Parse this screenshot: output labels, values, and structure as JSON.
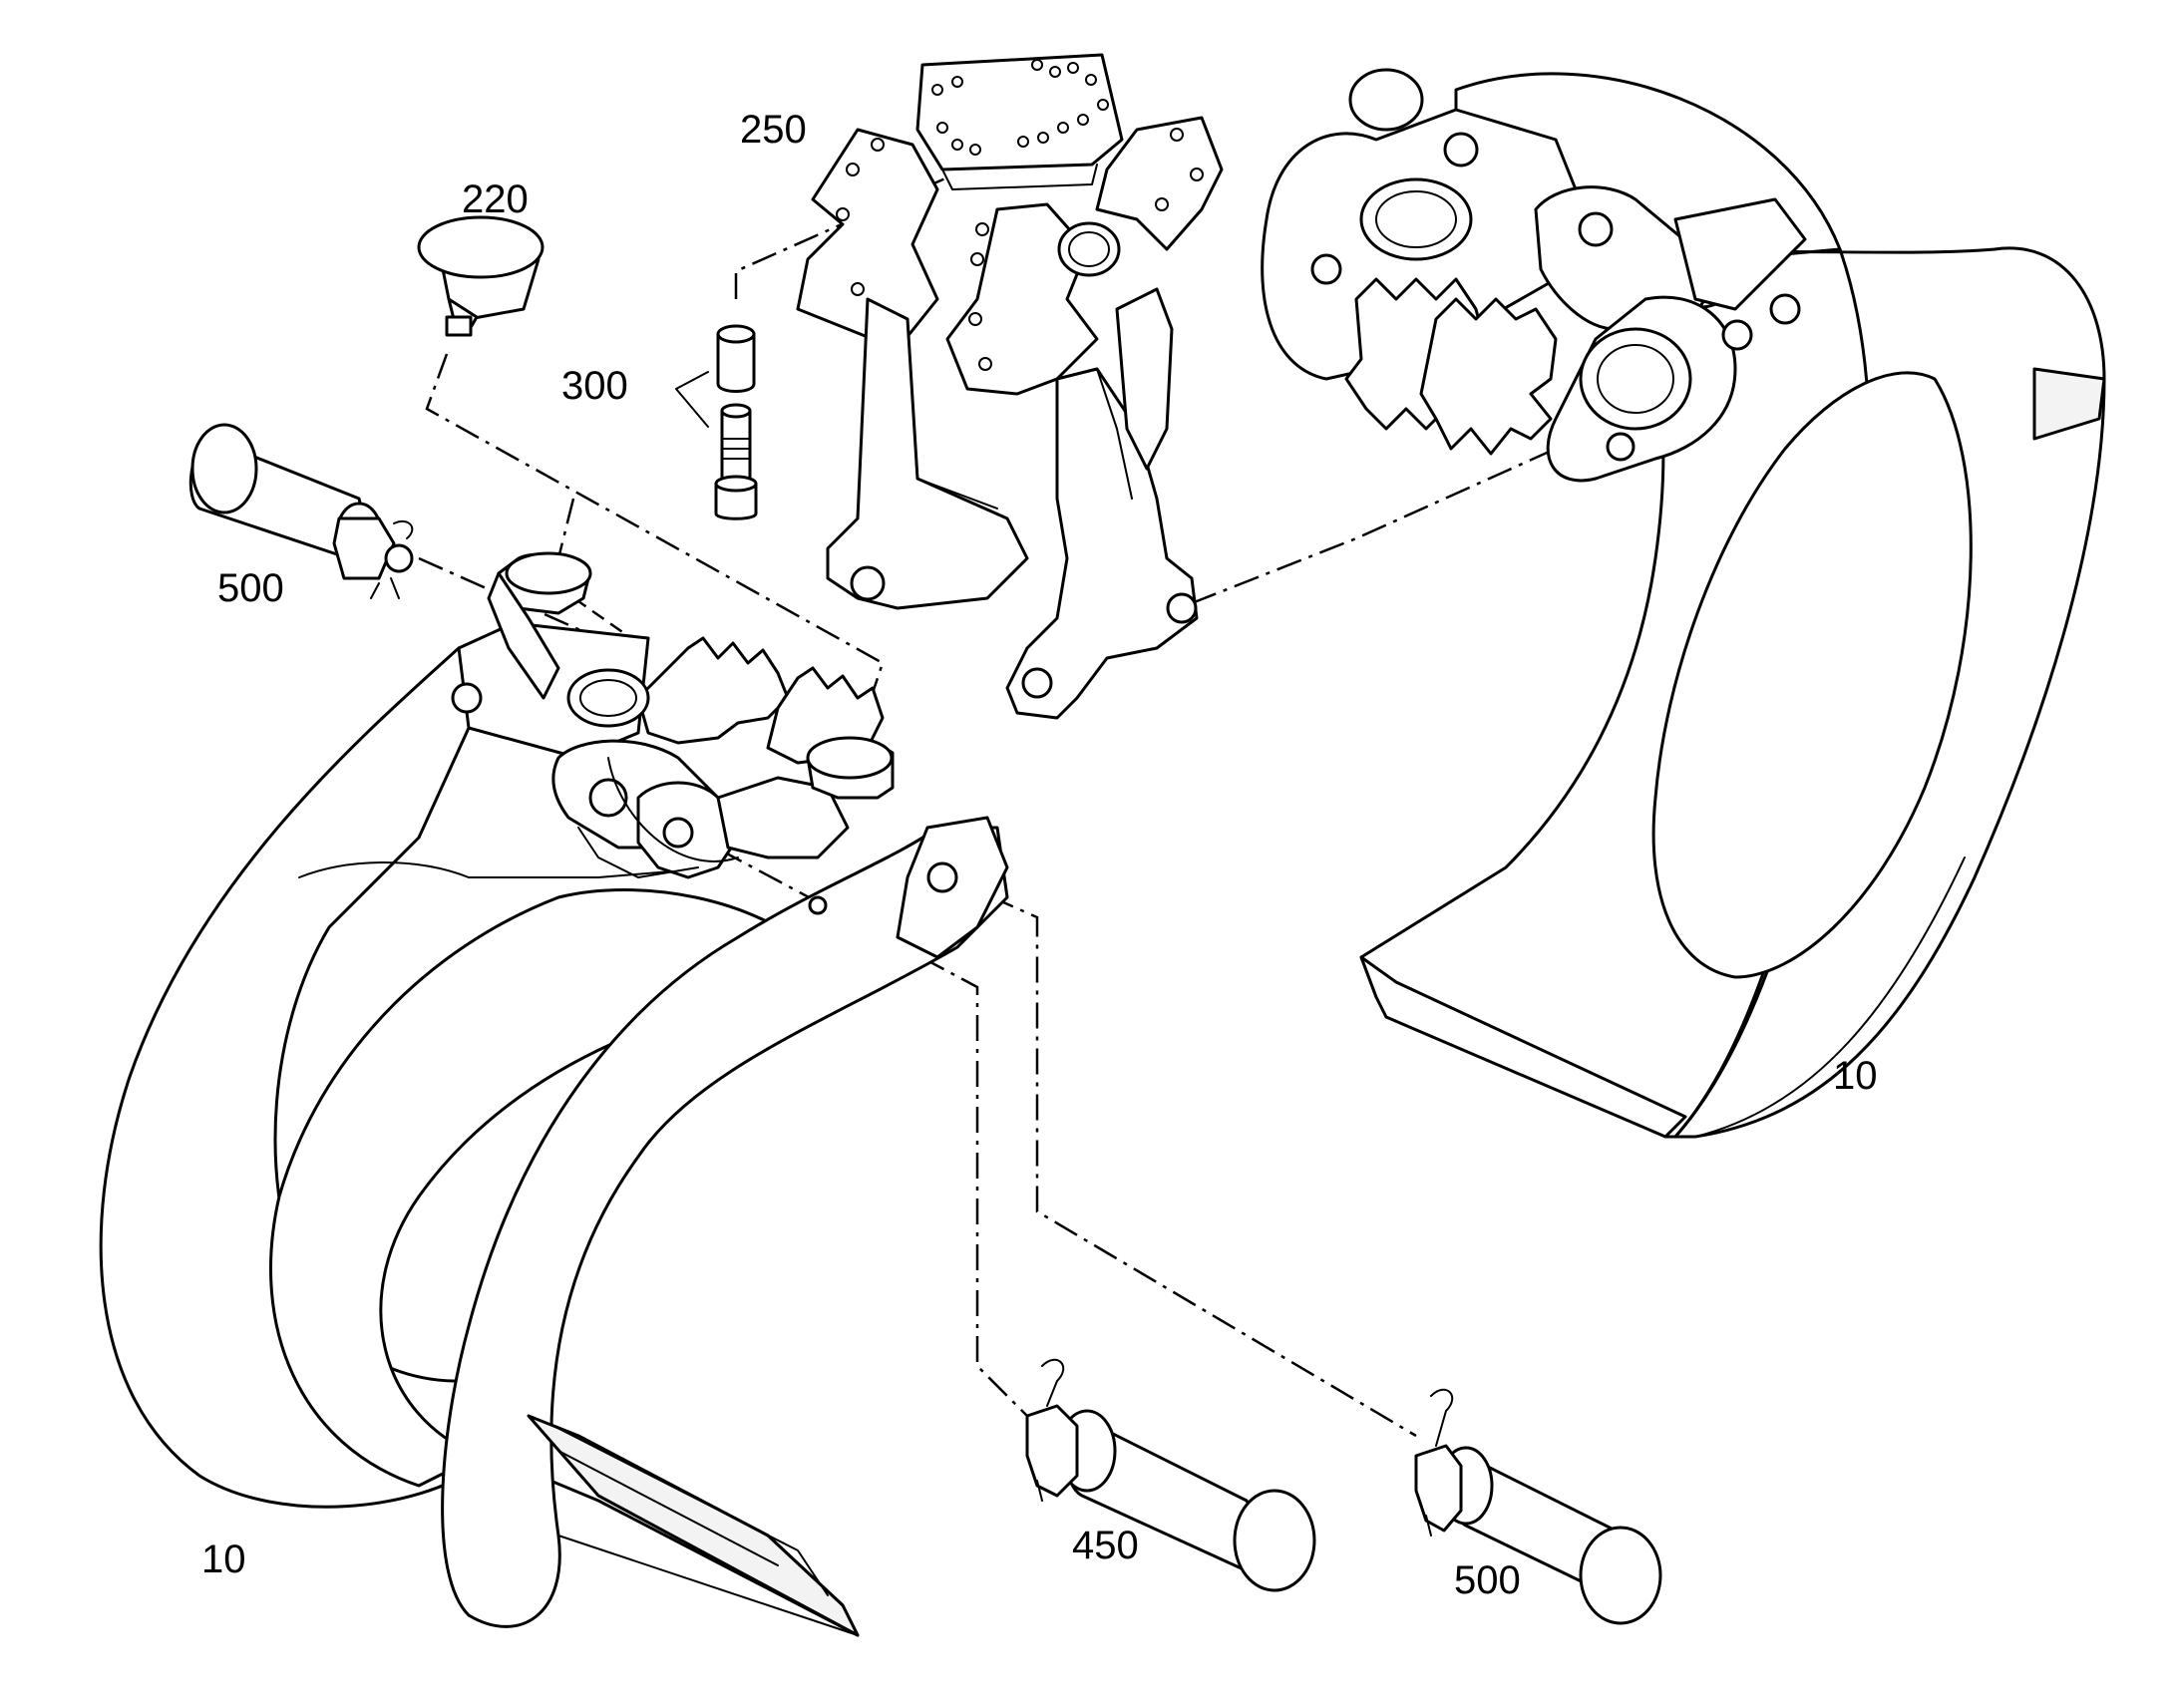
{
  "callouts": {
    "c250": "250",
    "c220": "220",
    "c300": "300",
    "c500a": "500",
    "c10a": "10",
    "c10b": "10",
    "c450": "450",
    "c500b": "500"
  },
  "colors": {
    "line": "#000000",
    "background": "#ffffff"
  }
}
